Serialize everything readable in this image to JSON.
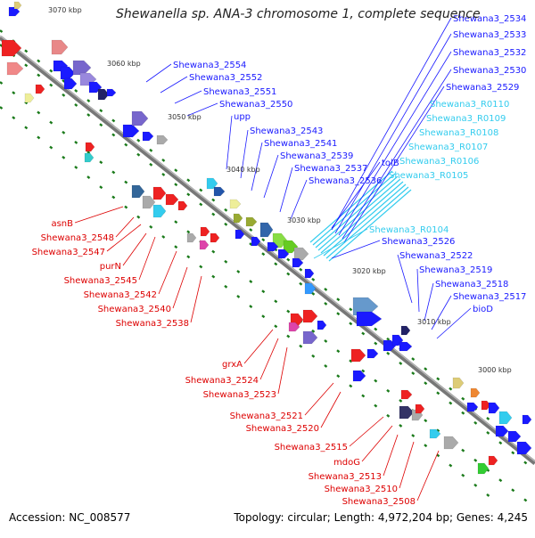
{
  "title": "Shewanella sp. ANA-3 chromosome 1, complete sequence",
  "footer": {
    "accession": "Accession: NC_008577",
    "topology": "Topology: circular; Length: 4,972,204 bp; Genes: 4,245"
  },
  "colors": {
    "blue_label": "#1a1aff",
    "cyan_label": "#33ccee",
    "red_label": "#dd0000",
    "backbone": "#888888",
    "tick": "#1a7a1a"
  },
  "kbp_marks": [
    "3070 kbp",
    "3060 kbp",
    "3050 kbp",
    "3040 kbp",
    "3030 kbp",
    "3020 kbp",
    "3010 kbp",
    "3000 kbp"
  ],
  "blue_labels": [
    "Shewana3_2554",
    "Shewana3_2552",
    "Shewana3_2551",
    "Shewana3_2550",
    "upp",
    "Shewana3_2543",
    "Shewana3_2541",
    "Shewana3_2539",
    "Shewana3_2537",
    "Shewana3_2536",
    "tolB",
    "Shewana3_2534",
    "Shewana3_2533",
    "Shewana3_2532",
    "Shewana3_2530",
    "Shewana3_2529",
    "Shewana3_2526",
    "Shewana3_2522",
    "Shewana3_2519",
    "Shewana3_2518",
    "Shewana3_2517",
    "bioD"
  ],
  "cyan_labels": [
    "Shewana3_R0110",
    "Shewana3_R0109",
    "Shewana3_R0108",
    "Shewana3_R0107",
    "Shewana3_R0106",
    "Shewana3_R0105",
    "Shewana3_R0104"
  ],
  "red_labels": [
    "asnB",
    "Shewana3_2548",
    "Shewana3_2547",
    "purN",
    "Shewana3_2545",
    "Shewana3_2542",
    "Shewana3_2540",
    "Shewana3_2538",
    "grxA",
    "Shewana3_2524",
    "Shewana3_2523",
    "Shewana3_2521",
    "Shewana3_2520",
    "Shewana3_2515",
    "mdoG",
    "Shewana3_2513",
    "Shewana3_2510",
    "Shewana3_2508"
  ]
}
